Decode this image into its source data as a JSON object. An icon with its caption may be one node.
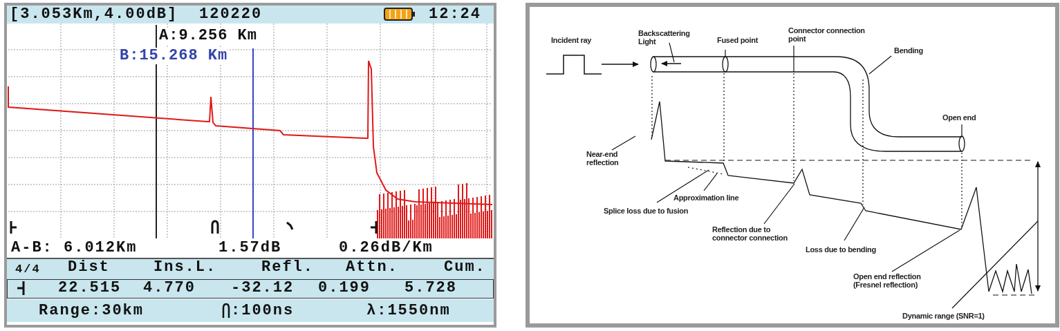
{
  "diagram": {
    "nodes": [
      {
        "text": [
          "Backscattering Light"
        ]
      },
      {
        "text": [
          "Fused point"
        ]
      },
      {
        "text": [
          "Connector connection point"
        ]
      },
      {
        "text": [
          "Bending"
        ]
      },
      {
        "text": [
          "Open end"
        ]
      },
      {
        "text": [
          "Near-end reflection"
        ]
      },
      {
        "text": [
          "Approximation line"
        ]
      },
      {
        "text": [
          "Splice loss due to fusion"
        ]
      },
      {
        "text": [
          "Reflection due to connector connection"
        ]
      },
      {
        "text": [
          "Loss due to bending"
        ]
      },
      {
        "text": [
          "Open end reflection (Fresnel reflection)"
        ]
      },
      {
        "text": [
          "Dynamic range (SNR=1)"
        ]
      },
      {
        "text": [],
        "shape": "cylinder"
      }
    ],
    "edges": [
      {
        "from": 0,
        "to": 12,
        "arrow": "none"
      },
      {
        "from": 1,
        "to": 12,
        "arrow": "none"
      },
      {
        "from": 2,
        "to": 12,
        "arrow": "none"
      },
      {
        "from": 3,
        "to": 12,
        "arrow": "none"
      },
      {
        "from": 4,
        "to": 12,
        "arrow": "none"
      },
      {
        "from": 5,
        "to": null,
        "arrow": "none"
      },
      {
        "from": 6,
        "to": null,
        "arrow": "none"
      },
      {
        "from": 7,
        "to": null,
        "arrow": "none"
      },
      {
        "from": 8,
        "to": null,
        "arrow": "none"
      },
      {
        "from": 9,
        "to": null,
        "arrow": "none"
      },
      {
        "from": 10,
        "to": null,
        "arrow": "none"
      },
      {
        "from": 11,
        "to": null,
        "arrow": "none"
      }
    ],
    "labels": [
      "[3.053Km,4.00dB]",
      "120220",
      "12:24",
      "A:9.256 Km",
      "B:15.268 Km",
      "A-B: 6.012Km",
      "1.57dB",
      "0.26dB/Km",
      "4/4",
      "Dist",
      "Ins.L.",
      "Refl.",
      "Attn.",
      "Cum.",
      "22.515",
      "4.770",
      "-32.12",
      "0.199",
      "5.728",
      "Range:30km",
      ":100ns",
      "λ:1550nm",
      "Incident ray"
    ]
  }
}
